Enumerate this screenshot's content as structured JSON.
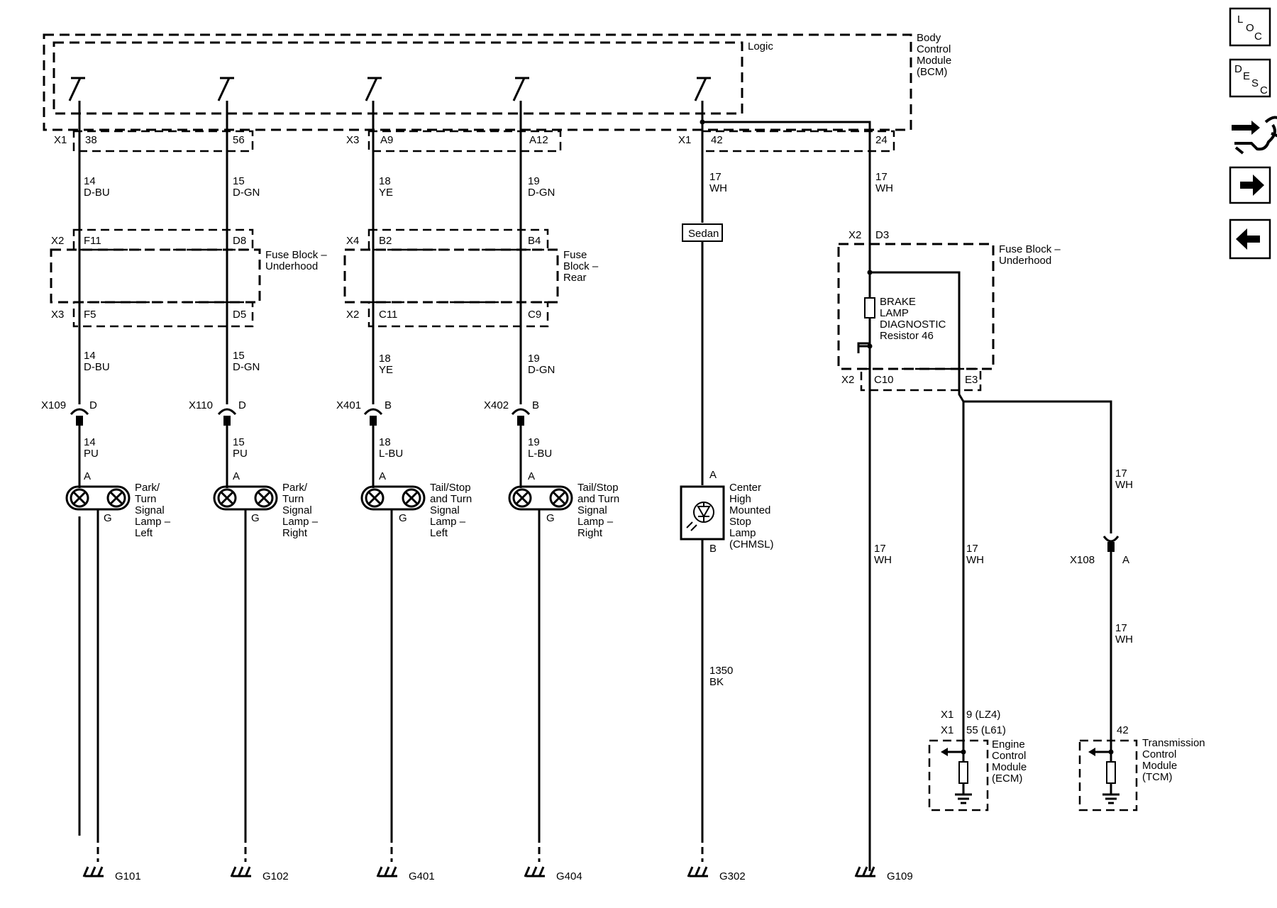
{
  "bcm": {
    "logic": "Logic",
    "name": [
      "Body",
      "Control",
      "Module",
      "(BCM)"
    ]
  },
  "circuits": [
    {
      "conn_bcm": "X1",
      "pin_bcm": "38",
      "wire1": [
        "14",
        "D-BU"
      ],
      "fuse_top_conn": "X2",
      "fuse_top_pin": "F11",
      "fuse_bot_conn": "X3",
      "fuse_bot_pin": "F5",
      "wire2": [
        "14",
        "D-BU"
      ],
      "inline_conn": "X109",
      "inline_pin": "D",
      "wire3": [
        "14",
        "PU"
      ],
      "lamp_pin_a": "A",
      "lamp_pin_g": "G",
      "lamp_label": [
        "Park/",
        "Turn",
        "Signal",
        "Lamp –",
        "Left"
      ],
      "ground": "G101"
    },
    {
      "conn_bcm": "",
      "pin_bcm": "56",
      "wire1": [
        "15",
        "D-GN"
      ],
      "fuse_top_conn": "",
      "fuse_top_pin": "D8",
      "fuse_bot_conn": "",
      "fuse_bot_pin": "D5",
      "wire2": [
        "15",
        "D-GN"
      ],
      "inline_conn": "X110",
      "inline_pin": "D",
      "wire3": [
        "15",
        "PU"
      ],
      "lamp_pin_a": "A",
      "lamp_pin_g": "G",
      "lamp_label": [
        "Park/",
        "Turn",
        "Signal",
        "Lamp –",
        "Right"
      ],
      "ground": "G102"
    },
    {
      "conn_bcm": "X3",
      "pin_bcm": "A9",
      "wire1": [
        "18",
        "YE"
      ],
      "fuse_top_conn": "X4",
      "fuse_top_pin": "B2",
      "fuse_bot_conn": "X2",
      "fuse_bot_pin": "C11",
      "wire2": [
        "18",
        "YE"
      ],
      "inline_conn": "X401",
      "inline_pin": "B",
      "wire3": [
        "18",
        "L-BU"
      ],
      "lamp_pin_a": "A",
      "lamp_pin_g": "G",
      "lamp_label": [
        "Tail/Stop",
        "and Turn",
        "Signal",
        "Lamp –",
        "Left"
      ],
      "ground": "G401"
    },
    {
      "conn_bcm": "",
      "pin_bcm": "A12",
      "wire1": [
        "19",
        "D-GN"
      ],
      "fuse_top_conn": "",
      "fuse_top_pin": "B4",
      "fuse_bot_conn": "",
      "fuse_bot_pin": "C9",
      "wire2": [
        "19",
        "D-GN"
      ],
      "inline_conn": "X402",
      "inline_pin": "B",
      "wire3": [
        "19",
        "L-BU"
      ],
      "lamp_pin_a": "A",
      "lamp_pin_g": "G",
      "lamp_label": [
        "Tail/Stop",
        "and Turn",
        "Signal",
        "Lamp –",
        "Right"
      ],
      "ground": "G404"
    }
  ],
  "fuse_underhood_left": [
    "Fuse Block –",
    "Underhood"
  ],
  "fuse_rear": [
    "Fuse",
    "Block –",
    "Rear"
  ],
  "chmsl": {
    "conn_bcm": "X1",
    "pin_bcm": "42",
    "wire1": [
      "17",
      "WH"
    ],
    "option_box": "Sedan",
    "pin_a": "A",
    "pin_b": "B",
    "label": [
      "Center",
      "High",
      "Mounted",
      "Stop",
      "Lamp",
      "(CHMSL)"
    ],
    "wire2": [
      "1350",
      "BK"
    ],
    "ground": "G302"
  },
  "bcm_pin_24": {
    "pin": "24",
    "wire": [
      "17",
      "WH"
    ]
  },
  "fuse_underhood_right": {
    "top_conn": "X2",
    "top_pin": "D3",
    "title": [
      "Fuse Block –",
      "Underhood"
    ],
    "resistor": [
      "BRAKE",
      "LAMP",
      "DIAGNOSTIC",
      "Resistor 46"
    ],
    "bot_conn": "X2",
    "bot_pin_c": "C10",
    "bot_pin_e": "E3",
    "wire_c": [
      "17",
      "WH"
    ],
    "wire_e": [
      "17",
      "WH"
    ],
    "ground": "G109"
  },
  "tcm_branch": {
    "wire1": [
      "17",
      "WH"
    ],
    "inline_conn": "X108",
    "inline_pin": "A",
    "wire2": [
      "17",
      "WH"
    ],
    "pin": "42",
    "label": [
      "Transmission",
      "Control",
      "Module",
      "(TCM)"
    ]
  },
  "ecm": {
    "conn1": "X1",
    "pin1": "9 (LZ4)",
    "conn2": "X1",
    "pin2": "55 (L61)",
    "label": [
      "Engine",
      "Control",
      "Module",
      "(ECM)"
    ]
  },
  "nav": {
    "loc": [
      "L",
      "O",
      "C"
    ],
    "desc": [
      "D",
      "E",
      "S",
      "C"
    ]
  }
}
